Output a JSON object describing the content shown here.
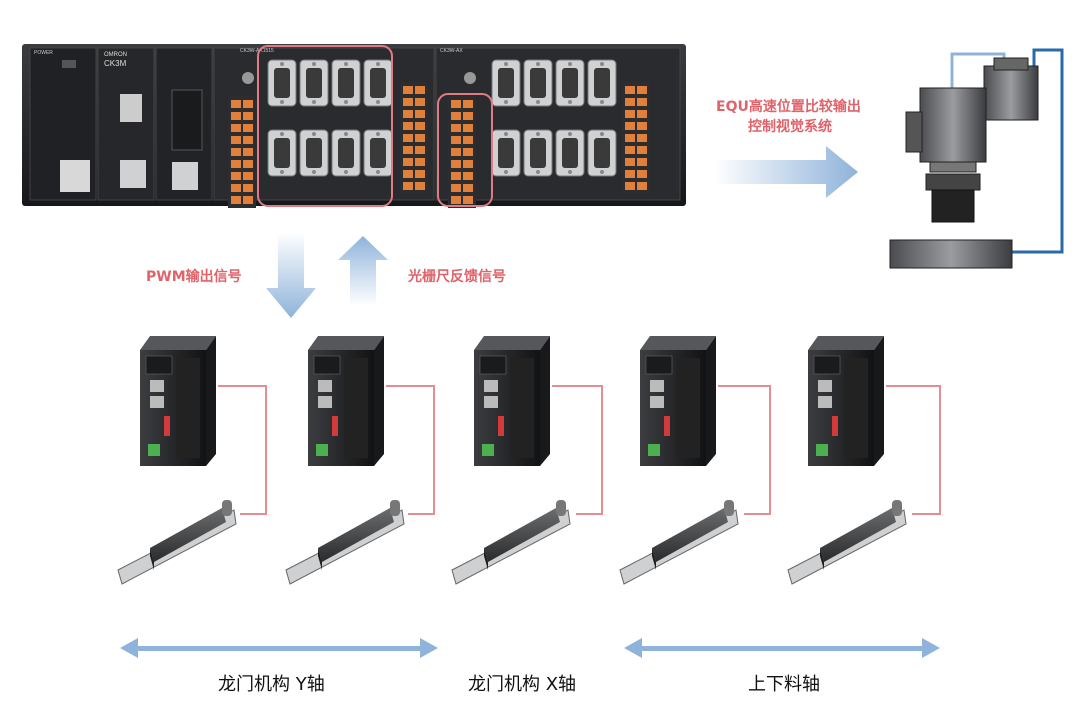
{
  "plc": {
    "brand_text": "OMRON",
    "model_text": "CK3M",
    "power_text": "POWER",
    "module_text": "CK3W-AX1515",
    "module2_text": "CK3W-AX"
  },
  "labels": {
    "equ_line1": "EQU高速位置比较输出",
    "equ_line2": "控制视觉系统",
    "pwm": "PWM输出信号",
    "grating": "光栅尺反馈信号"
  },
  "axes": [
    {
      "label": "龙门机构 Y轴"
    },
    {
      "label": "龙门机构 X轴"
    },
    {
      "label": "上下料轴"
    }
  ],
  "colors": {
    "arrow_blue": "#8fb3da",
    "highlight_pink": "#e07b84",
    "red_line": "#e58d92",
    "camera_line_light": "#90b4d8",
    "camera_line_dark": "#2a6aa8",
    "label_red": "#e0636a"
  }
}
